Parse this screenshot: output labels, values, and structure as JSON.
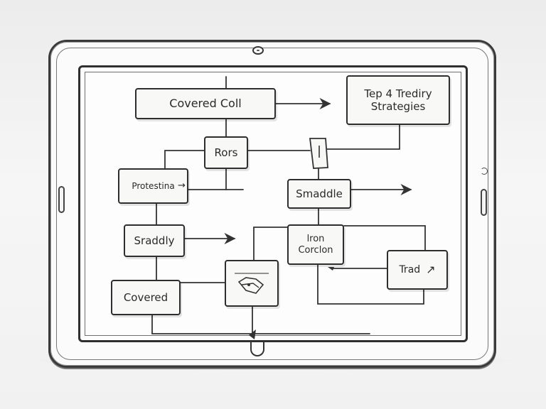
{
  "diagram": {
    "nodes": {
      "title": {
        "line1": "Tep 4 Trediry",
        "line2": "Strategies"
      },
      "covered_call": "Covered Coll",
      "rors": "Rors",
      "protecting": "Protestina",
      "straddle_right": "Smaddle",
      "straddle_left": "Sraddly",
      "iron_condor": {
        "line1": "lron",
        "line2": "Corclon"
      },
      "trad": "Trad",
      "covered": "Covered"
    }
  },
  "colors": {
    "ink": "#2e2e2e",
    "paper": "#f8f8f6",
    "frame": "#3a3a3a"
  }
}
